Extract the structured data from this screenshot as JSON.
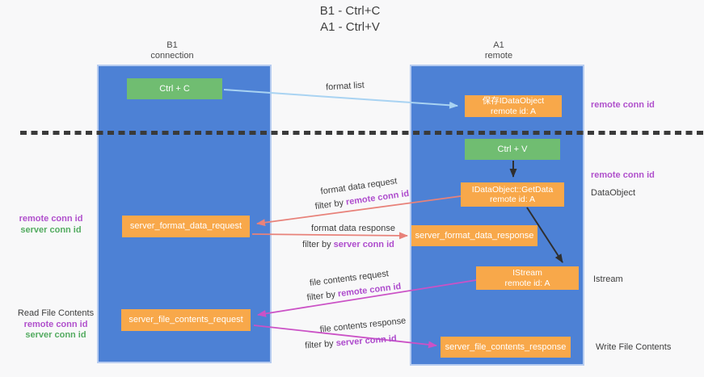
{
  "title": {
    "line1": "B1 - Ctrl+C",
    "line2": "A1 - Ctrl+V"
  },
  "lanes": {
    "left": {
      "name": "B1",
      "role": "connection"
    },
    "right": {
      "name": "A1",
      "role": "remote"
    }
  },
  "nodes": {
    "ctrl_c": {
      "label": "Ctrl + C"
    },
    "save_dataobject": {
      "line1": "保存IDataObject",
      "line2": "remote id: A"
    },
    "ctrl_v": {
      "label": "Ctrl + V"
    },
    "getdata": {
      "line1": "IDataObject::GetData",
      "line2": "remote id: A"
    },
    "server_format_data_request": {
      "label": "server_format_data_request"
    },
    "server_format_data_response": {
      "label": "server_format_data_response"
    },
    "istream": {
      "line1": "IStream",
      "line2": "remote id: A"
    },
    "server_file_contents_request": {
      "label": "server_file_contents_request"
    },
    "server_file_contents_response": {
      "label": "server_file_contents_response"
    }
  },
  "edge_labels": {
    "format_list": "format list",
    "format_data_request": "format data request",
    "format_data_request_filter": {
      "prefix": "filter by ",
      "key": "remote conn id"
    },
    "format_data_response": "format data response",
    "format_data_response_filter": {
      "prefix": "filter by ",
      "key": "server conn id"
    },
    "file_contents_request": "file contents request",
    "file_contents_request_filter": {
      "prefix": "filter by ",
      "key": "remote conn id"
    },
    "file_contents_response": "file contents response",
    "file_contents_response_filter": {
      "prefix": "filter by ",
      "key": "server conn id"
    }
  },
  "annotations": {
    "right_top_remote_conn": "remote conn id",
    "right_mid_remote_conn": "remote conn id",
    "right_dataobject": "DataObject",
    "right_istream": "Istream",
    "right_write_file": "Write File Contents",
    "left_mid": {
      "remote": "remote conn id",
      "server": "server conn id"
    },
    "left_bottom": {
      "title": "Read File Contents",
      "remote": "remote conn id",
      "server": "server conn id"
    }
  },
  "colors": {
    "lane_blue": "#4d81d5",
    "box_orange": "#f8a84a",
    "box_green": "#70bd71",
    "arrow_light_blue": "#a9d3f2",
    "arrow_salmon": "#e8827a",
    "arrow_magenta": "#cb52c6",
    "arrow_black": "#2f2f2f",
    "text_purple": "#b050cc",
    "text_green": "#53ab60",
    "filter_highlight": "#ae4ccd"
  }
}
